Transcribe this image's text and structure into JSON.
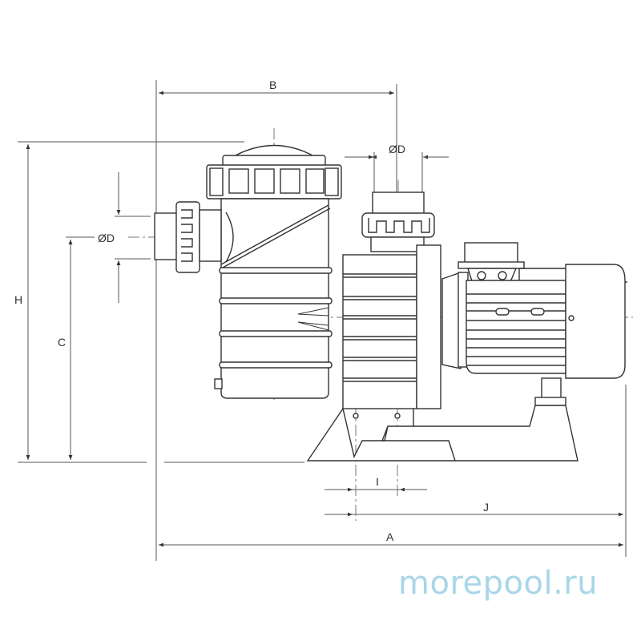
{
  "drawing": {
    "subject": "pool pump with prefilter and electric motor, side view",
    "line_color": "#444444",
    "dimension_line_color": "#555555"
  },
  "dimensions": {
    "B": "B",
    "D_top": "ØD",
    "D_left": "ØD",
    "H": "H",
    "C": "C",
    "I": "I",
    "J": "J",
    "A": "A"
  },
  "watermark": {
    "text": "morepool.ru",
    "color": "#a8d6e8"
  }
}
